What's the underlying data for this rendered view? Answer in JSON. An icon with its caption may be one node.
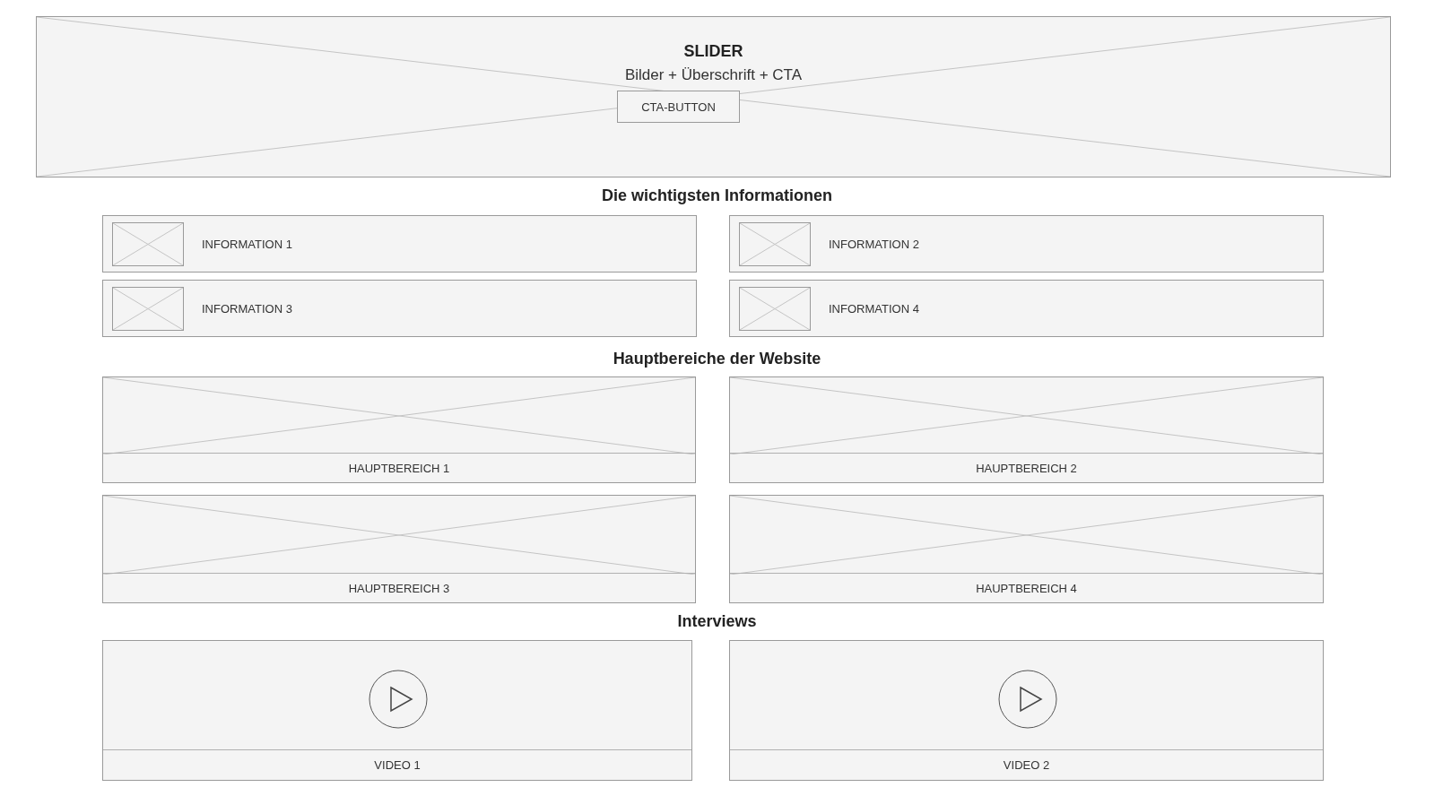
{
  "diagram": {
    "nodes": [
      {
        "text": [
          "SLIDER",
          "Bilder + Überschrift + CTA"
        ]
      },
      {
        "text": [
          "CTA-BUTTON"
        ],
        "in": 0
      },
      {
        "text": [
          "INFORMATION 1"
        ]
      },
      {
        "text": [
          "INFORMATION 2"
        ]
      },
      {
        "text": [
          "INFORMATION 3"
        ]
      },
      {
        "text": [
          "INFORMATION 4"
        ]
      },
      {
        "text": [
          "HAUPTBEREICH 1"
        ]
      },
      {
        "text": [
          "HAUPTBEREICH 2"
        ]
      },
      {
        "text": [
          "HAUPTBEREICH 3"
        ]
      },
      {
        "text": [
          "HAUPTBEREICH 4"
        ]
      },
      {
        "text": [
          "VIDEO 1"
        ]
      },
      {
        "text": [
          "VIDEO 2"
        ]
      }
    ],
    "labels": [
      "Die wichtigsten Informationen",
      "Hauptbereiche der Website",
      "Interviews"
    ]
  }
}
